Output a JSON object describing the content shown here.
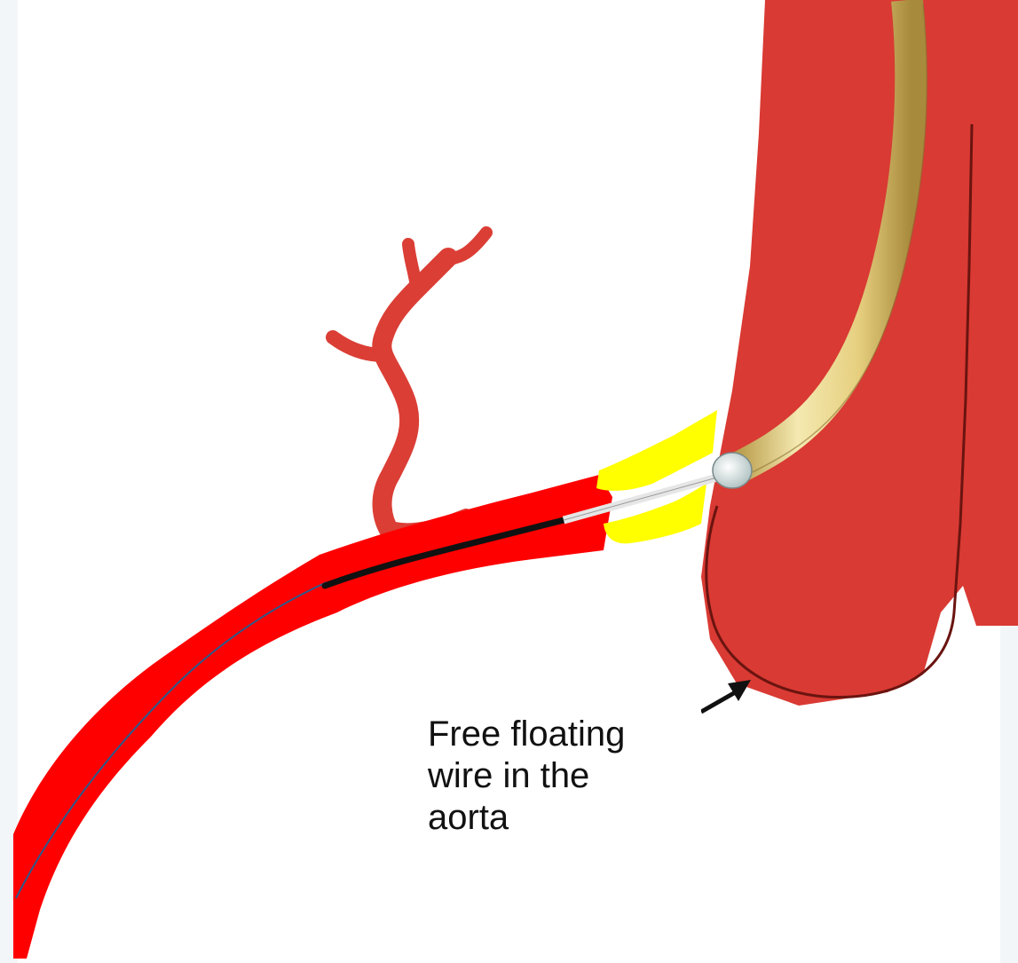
{
  "annotation": {
    "lines": [
      "Free floating",
      "wire in the",
      "aorta"
    ]
  },
  "colors": {
    "background": "#ffffff",
    "page_edge": "#f2f6f8",
    "aorta": "#d93a33",
    "aorta_outline": "#9b1f1a",
    "branch_vessel": "#db3e35",
    "coronary_vessel": "#ff0000",
    "calcified_plaque": "#ffff00",
    "guide_catheter": "#e8d78c",
    "catheter_tip": "#d9e6e6",
    "guidewire": "#111111",
    "exposed_wire": "#e6e6e6",
    "arrow": "#111111"
  },
  "icons": [
    "aorta",
    "guide-catheter",
    "catheter-tip",
    "coronary-artery",
    "side-branch",
    "calcified-lesion",
    "guidewire",
    "floating-wire-loop",
    "pointer-arrow"
  ]
}
